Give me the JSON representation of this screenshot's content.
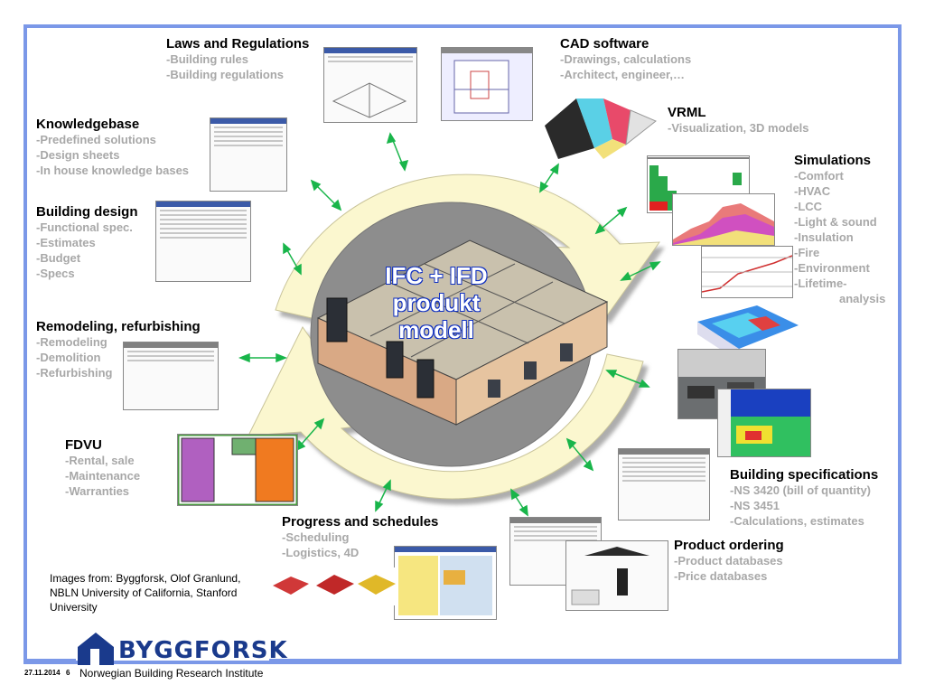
{
  "center": {
    "line1": "IFC + IFD",
    "line2": "produkt",
    "line3": "modell"
  },
  "labels": {
    "laws": {
      "title": "Laws and Regulations",
      "items": [
        "-Building rules",
        "-Building regulations"
      ]
    },
    "cad": {
      "title": "CAD software",
      "items": [
        "-Drawings, calculations",
        "-Architect, engineer,…"
      ]
    },
    "vrml": {
      "title": "VRML",
      "items": [
        "-Visualization, 3D models"
      ]
    },
    "knowledge": {
      "title": "Knowledgebase",
      "items": [
        "-Predefined solutions",
        "-Design sheets",
        "-In house knowledge bases"
      ]
    },
    "simulations": {
      "title": "Simulations",
      "items": [
        "-Comfort",
        "-HVAC",
        "-LCC",
        "-Light & sound",
        "-Insulation",
        "-Fire",
        "-Environment",
        "-Lifetime-",
        "analysis"
      ]
    },
    "design": {
      "title": "Building design",
      "items": [
        "-Functional spec.",
        "-Estimates",
        "-Budget",
        "-Specs"
      ]
    },
    "remodeling": {
      "title": "Remodeling, refurbishing",
      "items": [
        "-Remodeling",
        "-Demolition",
        "-Refurbishing"
      ]
    },
    "fdvu": {
      "title": "FDVU",
      "items": [
        "-Rental, sale",
        "-Maintenance",
        "-Warranties"
      ]
    },
    "specs": {
      "title": "Building specifications",
      "items": [
        "-NS 3420 (bill of quantity)",
        "-NS 3451",
        "-Calculations, estimates"
      ]
    },
    "progress": {
      "title": "Progress and schedules",
      "items": [
        "-Scheduling",
        "-Logistics, 4D"
      ]
    },
    "ordering": {
      "title": "Product ordering",
      "items": [
        "-Product databases",
        "-Price databases"
      ]
    }
  },
  "credit": "Images from: Byggforsk, Olof Granlund, NBLN University of California, Stanford University",
  "footer": {
    "date": "27.11.2014",
    "page": "6",
    "logo": "BYGGFORSK",
    "org": "Norwegian Building Research Institute"
  },
  "colors": {
    "frame": "#7b98e8",
    "arrow": "#19b54a",
    "ring": "#fbf7cf",
    "ring_shadow": "#9a9a9a",
    "hub": "#8a8a8a",
    "title_outline": "#1030c0",
    "subtitle": "#a8a8a8",
    "logo": "#1a3a8c"
  }
}
